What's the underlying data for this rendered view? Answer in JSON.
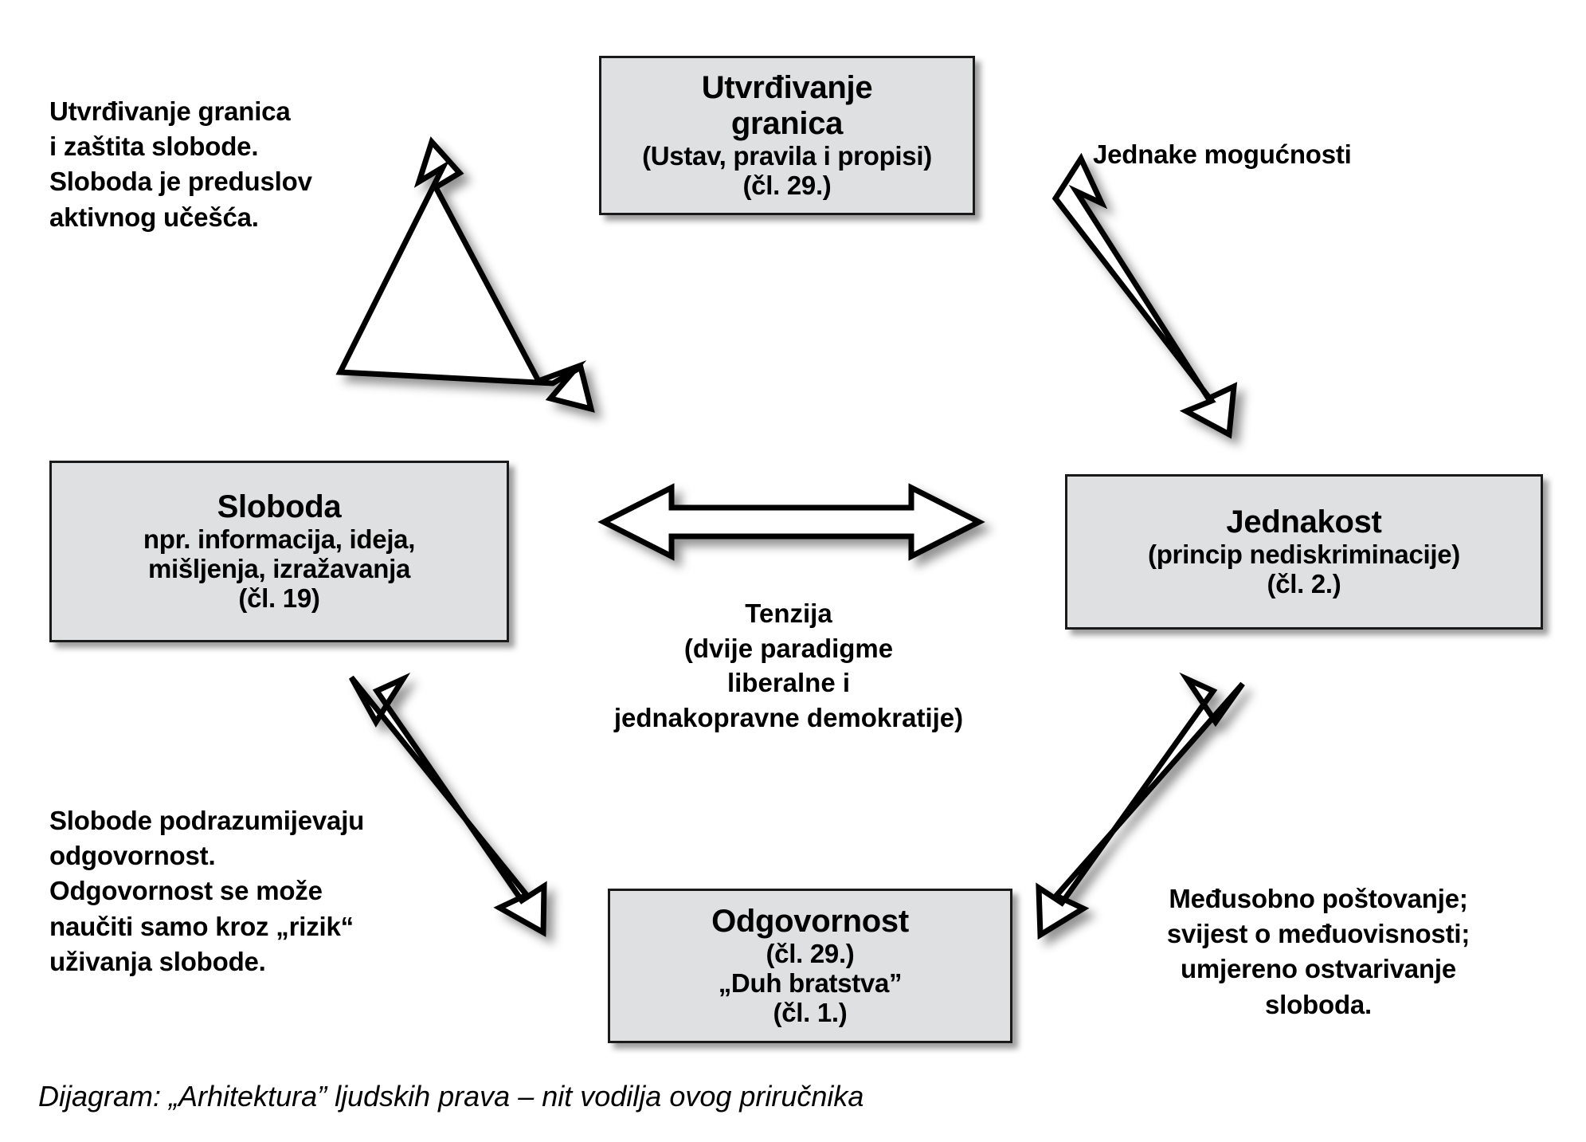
{
  "diagram": {
    "caption": "Dijagram: „Arhitektura” ljudskih prava – nit vodilja ovog priručnika",
    "colors": {
      "box_fill": "#dfe0e2",
      "box_border": "#1a1a1a",
      "text": "#000000",
      "background": "#ffffff",
      "arrow_fill": "#ffffff",
      "arrow_stroke": "#000000"
    },
    "nodes": {
      "boundaries": {
        "title": "Utvrđivanje",
        "title2": "granica",
        "line1": "(Ustav, pravila i propisi)",
        "line2": "(čl. 29.)"
      },
      "freedom": {
        "title": "Sloboda",
        "line1": "npr. informacija, ideja,",
        "line2": "mišljenja, izražavanja",
        "line3": "(čl. 19)"
      },
      "equality": {
        "title": "Jednakost",
        "line1": "(princip nediskriminacije)",
        "line2": "(čl. 2.)"
      },
      "responsibility": {
        "title": "Odgovornost",
        "line1": "(čl. 29.)",
        "line2": "„Duh bratstva”",
        "line3": "(čl. 1.)"
      }
    },
    "annotations": {
      "top_left": "Utvrđivanje granica\ni zaštita slobode.\nSloboda je preduslov\naktivnog učešća.",
      "top_right": "Jednake mogućnosti",
      "bottom_left": "Slobode podrazumijevaju\nodgovornost.\nOdgovornost se može\nnaučiti samo kroz „rizik“\nuživanja slobode.",
      "bottom_right": "Međusobno poštovanje;\nsvijest o međuovisnosti;\numjereno ostvarivanje\nsloboda.",
      "center": "Tenzija\n(dvije paradigme\nliberalne i\njednakopravne demokratije)"
    },
    "arrows": [
      {
        "id": "freedom-boundaries",
        "label": "double-headed-arrow-diagonal-up-right"
      },
      {
        "id": "boundaries-equality",
        "label": "double-headed-arrow-diagonal-down-right"
      },
      {
        "id": "freedom-equality",
        "label": "double-headed-arrow-horizontal"
      },
      {
        "id": "responsibility-freedom",
        "label": "double-headed-arrow-diagonal-up-left"
      },
      {
        "id": "equality-responsibility",
        "label": "double-headed-arrow-diagonal-down-left"
      }
    ]
  }
}
